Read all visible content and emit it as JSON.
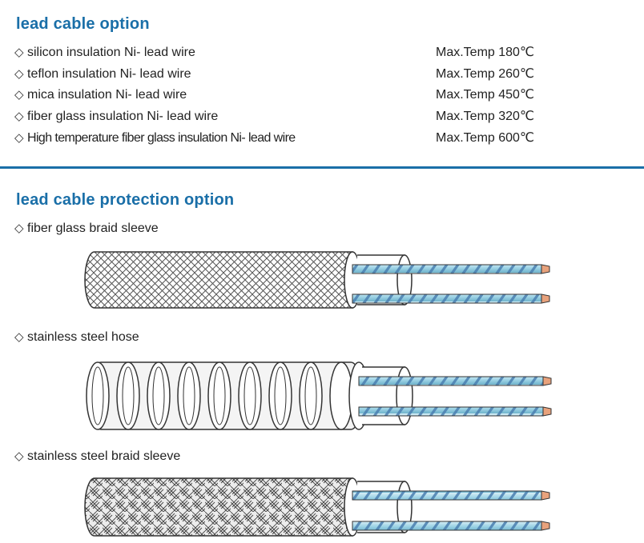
{
  "lead_cable": {
    "title": "lead cable option",
    "options": [
      {
        "label": "silicon insulation Ni- lead wire",
        "temp": "Max.Temp 180℃"
      },
      {
        "label": "teflon insulation Ni- lead wire",
        "temp": "Max.Temp 260℃"
      },
      {
        "label": "mica insulation Ni- lead wire",
        "temp": "Max.Temp 450℃"
      },
      {
        "label": "fiber glass insulation Ni- lead wire",
        "temp": "Max.Temp 320℃"
      },
      {
        "label": "High temperature fiber glass insulation Ni- lead wire",
        "temp": "Max.Temp 600℃"
      }
    ]
  },
  "protection": {
    "title": "lead cable protection option",
    "items": [
      {
        "label": "fiber glass braid sleeve",
        "icon": "fiber-glass-braid-sleeve-icon"
      },
      {
        "label": "stainless steel hose",
        "icon": "stainless-steel-hose-icon"
      },
      {
        "label": "stainless steel braid sleeve",
        "icon": "stainless-steel-braid-sleeve-icon"
      }
    ]
  },
  "bullet_symbol": "◇",
  "colors": {
    "heading": "#1a6fa8",
    "rule": "#1a6fa8",
    "wire_insulation": "#9fd4e6",
    "wire_stripe": "#4a7fb0",
    "conductor": "#e8a27c"
  }
}
